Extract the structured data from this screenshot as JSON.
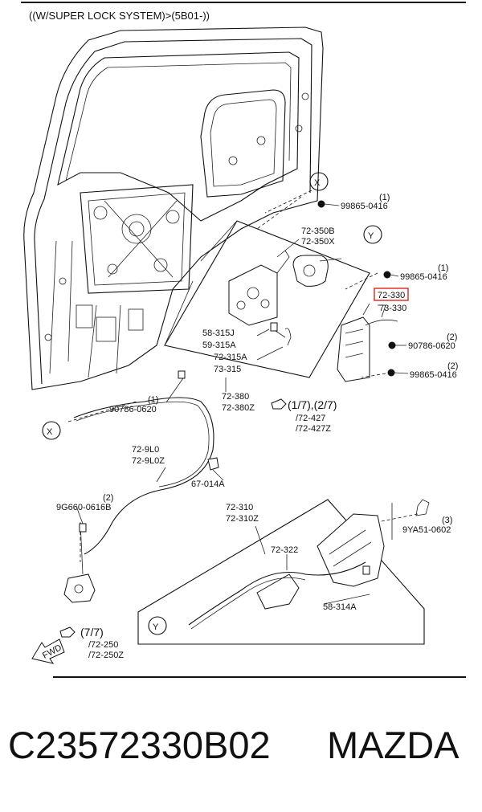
{
  "header": {
    "title": "((W/SUPER LOCK SYSTEM)>(5B01-))"
  },
  "callouts": {
    "x": "X",
    "y": "Y"
  },
  "labels": {
    "l_99865_0416_qty_top": "(1)",
    "l_99865_0416_top": "99865-0416",
    "l_72_350b": "72-350B",
    "l_72_350x": "72-350X",
    "l_99865_0416_qty_mid": "(1)",
    "l_99865_0416_mid": "99865-0416",
    "l_72_330_highlight": "72-330",
    "l_73_330": "73-330",
    "l_58_315j": "58-315J",
    "l_59_315a": "59-315A",
    "l_90786_0620_qty_right": "(2)",
    "l_90786_0620_right": "90786-0620",
    "l_72_315a": "72-315A",
    "l_73_315": "73-315",
    "l_99865_0416_qty_low": "(2)",
    "l_99865_0416_low": "99865-0416",
    "l_90786_0620_qty_left": "(1)",
    "l_90786_0620_left": "90786-0620",
    "l_72_380": "72-380",
    "l_72_380z": "72-380Z",
    "l_ref_17_27": "(1/7),(2/7)",
    "l_72_427": "/72-427",
    "l_72_427z": "/72-427Z",
    "l_72_9l0": "72-9L0",
    "l_72_9l0z": "72-9L0Z",
    "l_67_014a": "67-014A",
    "l_9g660_qty": "(2)",
    "l_9g660": "9G660-0616B",
    "l_72_310": "72-310",
    "l_72_310z": "72-310Z",
    "l_9ya51_qty": "(3)",
    "l_9ya51": "9YA51-0602",
    "l_72_322": "72-322",
    "l_58_314a": "58-314A",
    "l_ref_77": "(7/7)",
    "l_72_250": "/72-250",
    "l_72_250z": "/72-250Z",
    "fwd": "FWD"
  },
  "highlight_color": "#e0342c",
  "footer": {
    "part_number": "C23572330B02",
    "brand": "MAZDA"
  }
}
